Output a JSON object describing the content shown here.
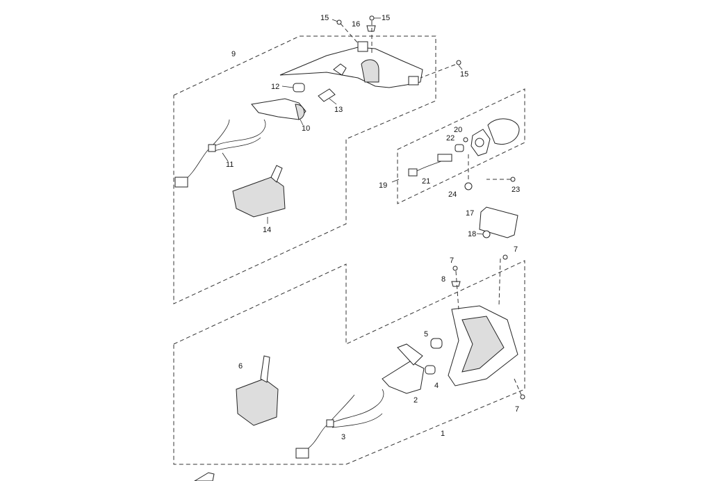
{
  "diagram": {
    "callouts": [
      {
        "id": "c15a",
        "text": "15"
      },
      {
        "id": "c16",
        "text": "16"
      },
      {
        "id": "c15b",
        "text": "15"
      },
      {
        "id": "c9",
        "text": "9"
      },
      {
        "id": "c15c",
        "text": "15"
      },
      {
        "id": "c12",
        "text": "12"
      },
      {
        "id": "c13",
        "text": "13"
      },
      {
        "id": "c10",
        "text": "10"
      },
      {
        "id": "c11",
        "text": "11"
      },
      {
        "id": "c14",
        "text": "14"
      },
      {
        "id": "c20",
        "text": "20"
      },
      {
        "id": "c22",
        "text": "22"
      },
      {
        "id": "c19",
        "text": "19"
      },
      {
        "id": "c21",
        "text": "21"
      },
      {
        "id": "c24",
        "text": "24"
      },
      {
        "id": "c23",
        "text": "23"
      },
      {
        "id": "c17",
        "text": "17"
      },
      {
        "id": "c18",
        "text": "18"
      },
      {
        "id": "c7a",
        "text": "7"
      },
      {
        "id": "c7b",
        "text": "7"
      },
      {
        "id": "c8",
        "text": "8"
      },
      {
        "id": "c5",
        "text": "5"
      },
      {
        "id": "c6",
        "text": "6"
      },
      {
        "id": "c4",
        "text": "4"
      },
      {
        "id": "c2",
        "text": "2"
      },
      {
        "id": "c3",
        "text": "3"
      },
      {
        "id": "c1",
        "text": "1"
      },
      {
        "id": "c7c",
        "text": "7"
      }
    ]
  }
}
